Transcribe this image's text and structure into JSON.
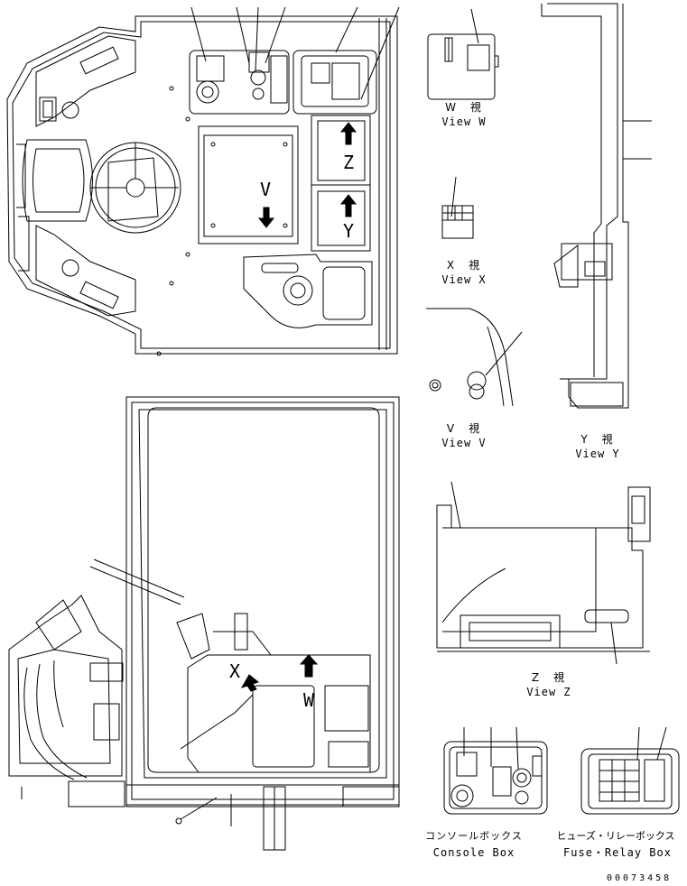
{
  "views": {
    "w": {
      "jp": "W　視",
      "en": "View W"
    },
    "x": {
      "jp": "X　視",
      "en": "View X"
    },
    "v": {
      "jp": "V　視",
      "en": "View V"
    },
    "y": {
      "jp": "Y　視",
      "en": "View Y"
    },
    "z": {
      "jp": "Z　視",
      "en": "View Z"
    }
  },
  "boxes": {
    "console": {
      "jp": "コンソールボックス",
      "en": "Console Box"
    },
    "fuse": {
      "jp": "ヒューズ・リレーボックス",
      "en": "Fuse・Relay Box"
    }
  },
  "arrow_tags": {
    "z": "Z",
    "y": "Y",
    "v": "V",
    "x": "X",
    "w": "W"
  },
  "drawing_number": "00073458"
}
